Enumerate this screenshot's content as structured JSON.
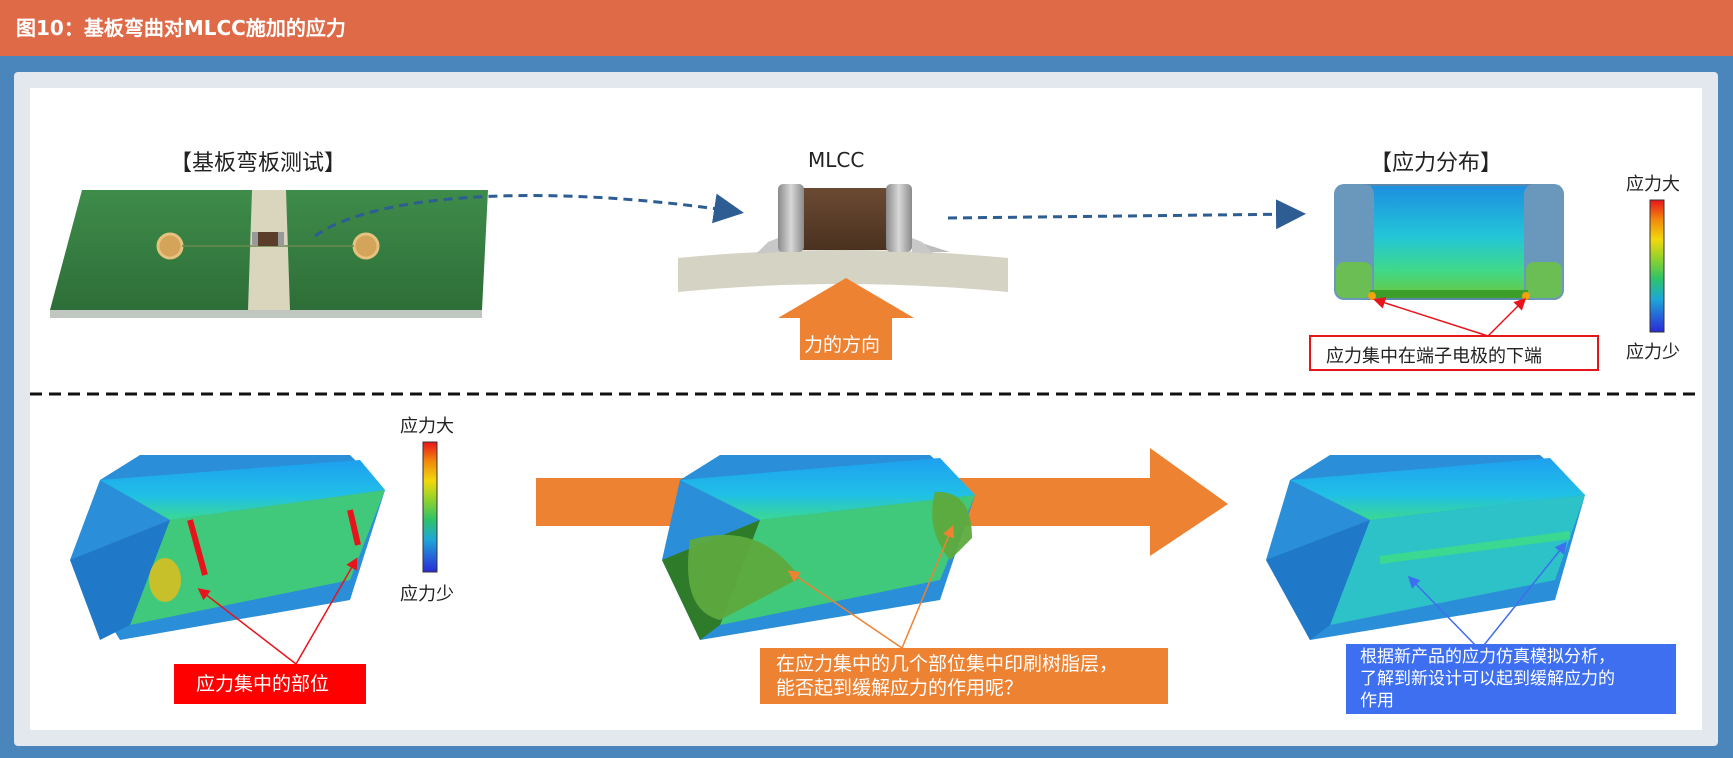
{
  "title": "图10：基板弯曲对MLCC施加的应力",
  "top": {
    "board_label": "【基板弯板测试】",
    "mlcc_label": "MLCC",
    "force_label": "力的方向",
    "stress_label": "【应力分布】",
    "callout": "应力集中在端子电极的下端",
    "scale_max": "应力大",
    "scale_min": "应力少"
  },
  "bottom": {
    "scale_max": "应力大",
    "scale_min": "应力少",
    "callout_1": "应力集中的部位",
    "callout_2_line1": "在应力集中的几个部位集中印刷树脂层，",
    "callout_2_line2": "能否起到缓解应力的作用呢？",
    "callout_3_line1": "根据新产品的应力仿真模拟分析，",
    "callout_3_line2": "了解到新设计可以起到缓解应力的",
    "callout_3_line3": "作用"
  },
  "colors": {
    "title_bg": "#DE6A47",
    "frame": "#4A86BB",
    "arrow_orange": "#EE8233",
    "callout_red": "#FF0000",
    "callout_orange": "#EE8233",
    "callout_blue": "#3D6FF0"
  }
}
